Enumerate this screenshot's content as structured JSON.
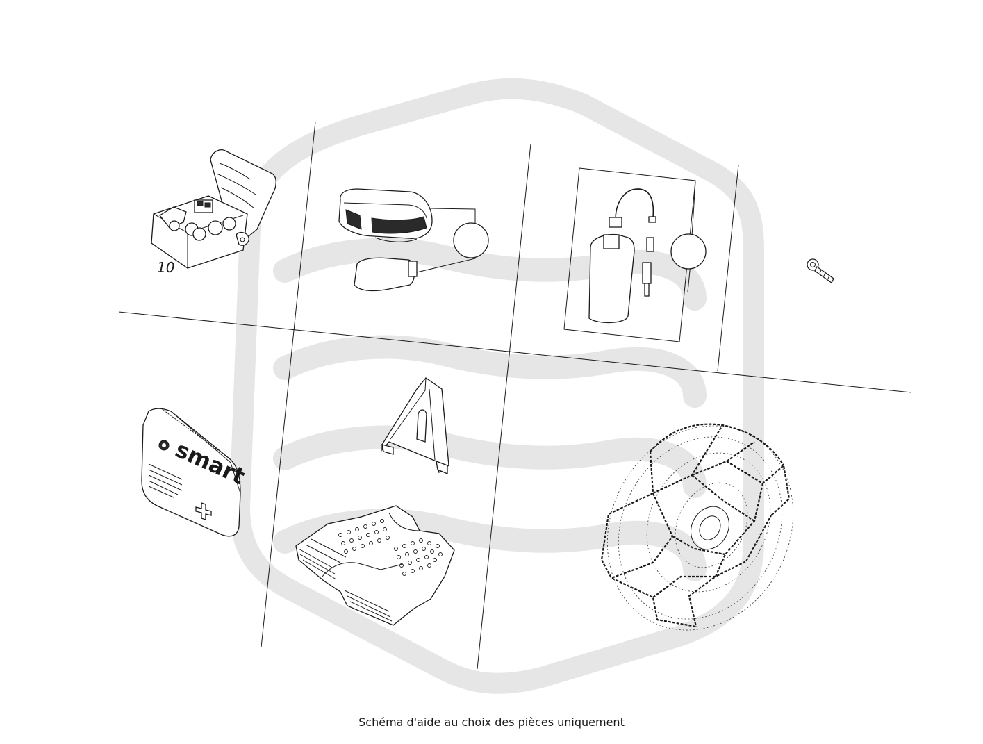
{
  "diagram": {
    "callouts": [
      {
        "id": "part-10",
        "label": "10"
      }
    ],
    "brand_text": "smart",
    "watermark_color": "#e6e6e6"
  },
  "caption": "Schéma d'aide au choix des pièces uniquement"
}
